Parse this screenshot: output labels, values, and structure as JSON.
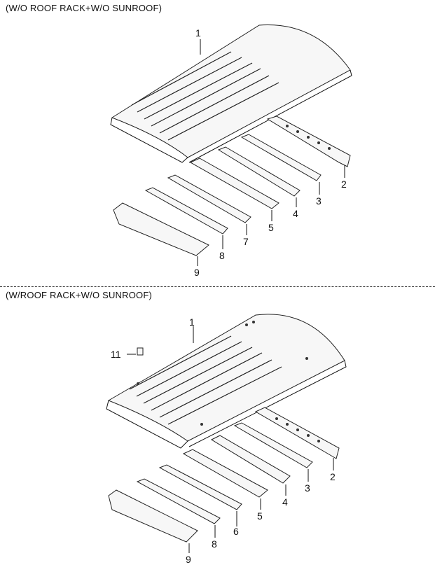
{
  "diagram": {
    "section_top_caption": "(W/O ROOF RACK+W/O SUNROOF)",
    "section_bottom_caption": "(W/ROOF RACK+W/O SUNROOF)",
    "top_labels": [
      "1",
      "2",
      "3",
      "4",
      "5",
      "7",
      "8",
      "9"
    ],
    "bottom_labels": [
      "1",
      "2",
      "3",
      "4",
      "5",
      "6",
      "8",
      "9",
      "11"
    ]
  }
}
